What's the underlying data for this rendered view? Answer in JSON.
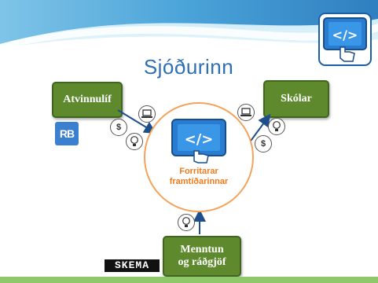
{
  "title": "Sjóðurinn",
  "boxes": {
    "business": "Atvinnulíf",
    "schools": "Skólar",
    "education_line1": "Menntun",
    "education_line2": "og ráðgjöf"
  },
  "center": {
    "line1": "Forritarar",
    "line2": "framtíðarinnar"
  },
  "icons": {
    "dollar": "$"
  },
  "logos": {
    "rb": "RB",
    "skema": "SKEMA"
  },
  "colors": {
    "title": "#2e6fb6",
    "box_green": "#5e8a2d",
    "circle_orange": "#f5a35a",
    "center_text": "#f07a1c",
    "arrow_blue": "#1f4e8c",
    "bottom_bar": "#8fc86a"
  }
}
